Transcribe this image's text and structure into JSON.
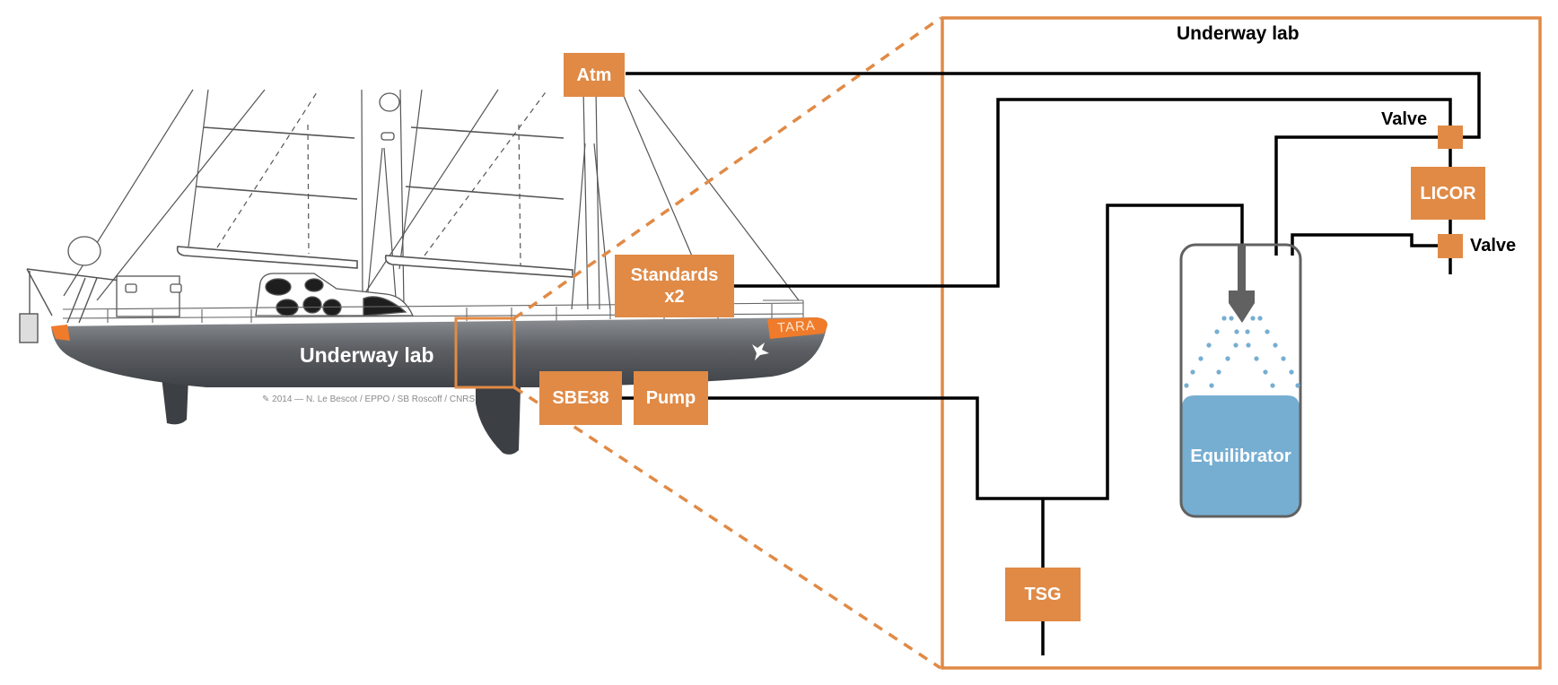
{
  "colors": {
    "accent_orange": "#e08a46",
    "pipe_black": "#000000",
    "hull_gray": "#55585c",
    "equilibrator_outline": "#616161",
    "water_blue": "#76aed2"
  },
  "ship": {
    "hull_label": "Underway lab",
    "name_badge": "TARA",
    "credit": "✎ 2014 — N. Le Bescot / EPPO / SB Roscoff / CNRS"
  },
  "external_components": {
    "atm": "Atm",
    "standards_line1": "Standards",
    "standards_line2": "x2",
    "sbe38": "SBE38",
    "pump": "Pump"
  },
  "lab": {
    "title": "Underway lab",
    "licor": "LICOR",
    "valve_upper": "Valve",
    "valve_lower": "Valve",
    "equilibrator": "Equilibrator",
    "tsg": "TSG"
  }
}
